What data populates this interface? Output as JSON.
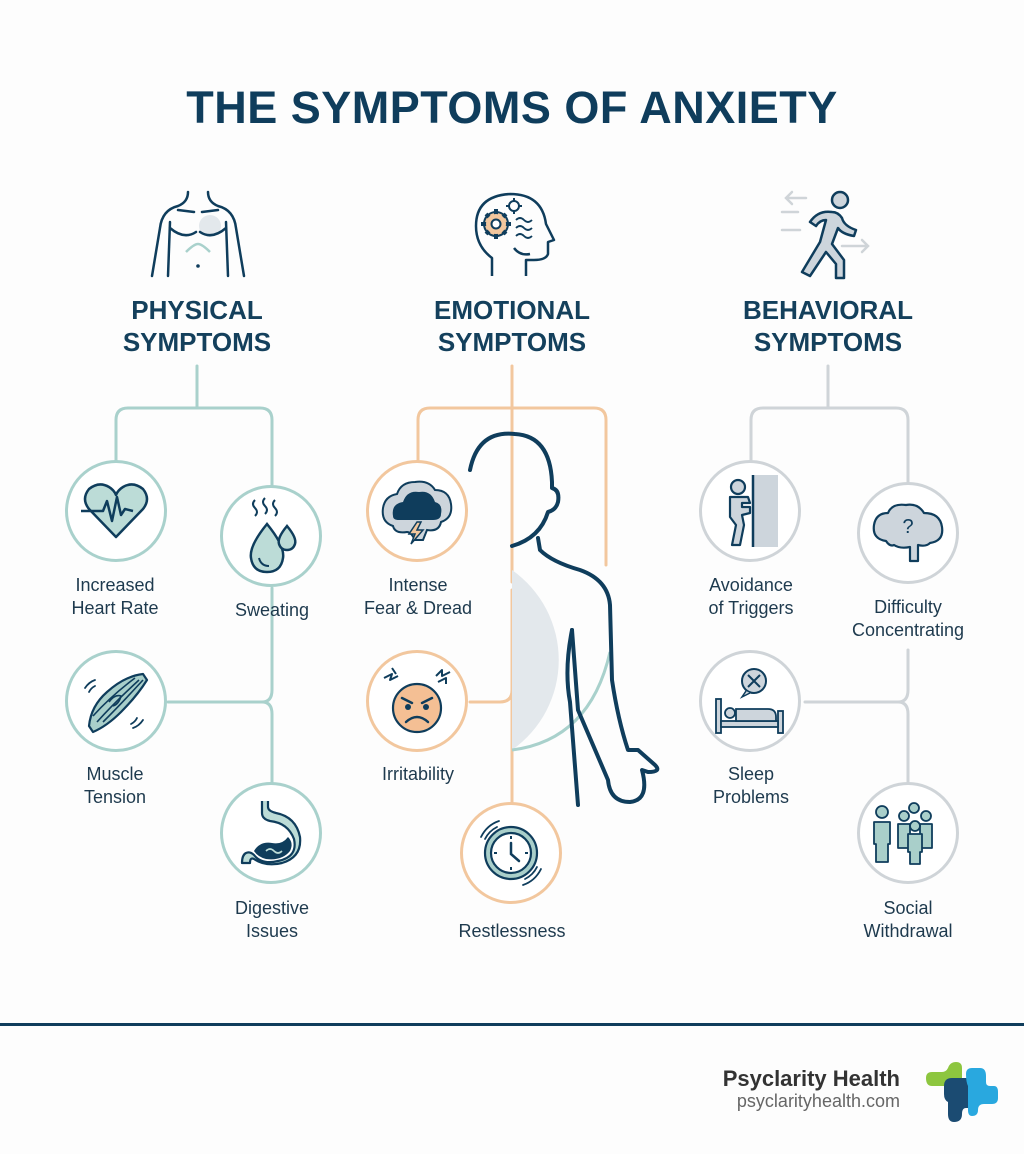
{
  "title": "THE SYMPTOMS OF ANXIETY",
  "colors": {
    "navy": "#0f3d5c",
    "physical_accent": "#a9d1cc",
    "emotional_accent": "#f2c79e",
    "behavioral_accent": "#cfd4d8",
    "brand_green": "#8dc63f",
    "brand_navy": "#1b4b72",
    "brand_blue": "#29a8df"
  },
  "categories": [
    {
      "id": "physical",
      "title_line1": "PHYSICAL",
      "title_line2": "SYMPTOMS",
      "icon": "torso-icon",
      "symptoms": [
        {
          "line1": "Increased",
          "line2": "Heart Rate",
          "icon": "heartbeat-icon"
        },
        {
          "line1": "Sweating",
          "line2": "",
          "icon": "sweat-drops-icon"
        },
        {
          "line1": "Muscle",
          "line2": "Tension",
          "icon": "muscle-icon"
        },
        {
          "line1": "Digestive",
          "line2": "Issues",
          "icon": "stomach-icon"
        }
      ]
    },
    {
      "id": "emotional",
      "title_line1": "EMOTIONAL",
      "title_line2": "SYMPTOMS",
      "icon": "head-gears-icon",
      "symptoms": [
        {
          "line1": "Intense",
          "line2": "Fear & Dread",
          "icon": "storm-cloud-brain-icon"
        },
        {
          "line1": "Irritability",
          "line2": "",
          "icon": "angry-face-icon"
        },
        {
          "line1": "Restlessness",
          "line2": "",
          "icon": "clock-icon"
        }
      ]
    },
    {
      "id": "behavioral",
      "title_line1": "BEHAVIORAL",
      "title_line2": "SYMPTOMS",
      "icon": "running-person-icon",
      "symptoms": [
        {
          "line1": "Avoidance",
          "line2": "of Triggers",
          "icon": "hiding-person-icon"
        },
        {
          "line1": "Difficulty",
          "line2": "Concentrating",
          "icon": "brain-question-icon"
        },
        {
          "line1": "Sleep",
          "line2": "Problems",
          "icon": "bed-icon"
        },
        {
          "line1": "Social",
          "line2": "Withdrawal",
          "icon": "people-group-icon"
        }
      ]
    }
  ],
  "footer": {
    "brand_name": "Psyclarity Health",
    "brand_url": "psyclarityhealth.com"
  }
}
